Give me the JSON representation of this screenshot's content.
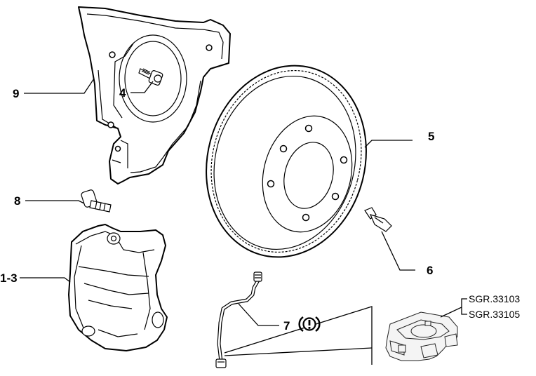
{
  "parts": [
    {
      "ref": "9",
      "name": "dust-shield"
    },
    {
      "ref": "4",
      "name": "shield-bolt"
    },
    {
      "ref": "5",
      "name": "brake-disc"
    },
    {
      "ref": "8",
      "name": "caliper-bolt"
    },
    {
      "ref": "6",
      "name": "bleed-screw"
    },
    {
      "ref": "1-3",
      "name": "brake-caliper"
    },
    {
      "ref": "7",
      "name": "brake-hose"
    }
  ],
  "callouts": {
    "p9": "9",
    "p4": "4",
    "p5": "5",
    "p8": "8",
    "p6": "6",
    "p13": "1-3",
    "p7": "7"
  },
  "notice_symbol": "(!)",
  "references": [
    "SGR.33103",
    "SGR.33105"
  ]
}
